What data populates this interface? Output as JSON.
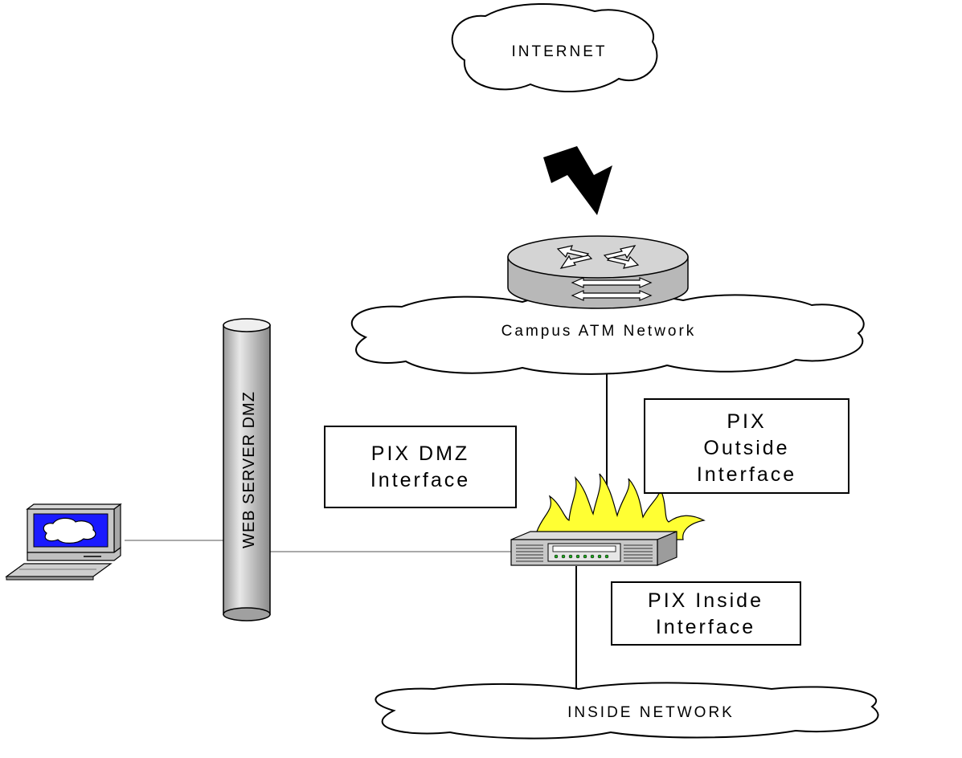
{
  "diagram": {
    "nodes": {
      "internet": {
        "label": "INTERNET"
      },
      "campus": {
        "label": "Campus ATM Network"
      },
      "inside": {
        "label": "INSIDE NETWORK"
      },
      "dmz_segment": {
        "label": "WEB SERVER DMZ"
      },
      "router": {
        "icon": "router-icon"
      },
      "firewall": {
        "icon": "pix-firewall-icon"
      },
      "web_server": {
        "icon": "computer-icon"
      }
    },
    "callouts": {
      "dmz": {
        "lines": [
          "PIX DMZ",
          "Interface"
        ]
      },
      "outside": {
        "lines": [
          "PIX",
          "Outside",
          "Interface"
        ]
      },
      "inside": {
        "lines": [
          "PIX Inside",
          "Interface"
        ]
      }
    },
    "links": [
      {
        "from": "internet",
        "to": "router",
        "type": "wan"
      },
      {
        "from": "campus",
        "to": "firewall",
        "type": "ethernet"
      },
      {
        "from": "firewall",
        "to": "inside",
        "type": "ethernet"
      },
      {
        "from": "firewall",
        "to": "dmz_segment",
        "type": "ethernet"
      },
      {
        "from": "dmz_segment",
        "to": "web_server",
        "type": "ethernet"
      }
    ],
    "colors": {
      "flame": "#ffff33",
      "screen": "#1a1aff",
      "device_gray": "#c8c8c8"
    }
  }
}
